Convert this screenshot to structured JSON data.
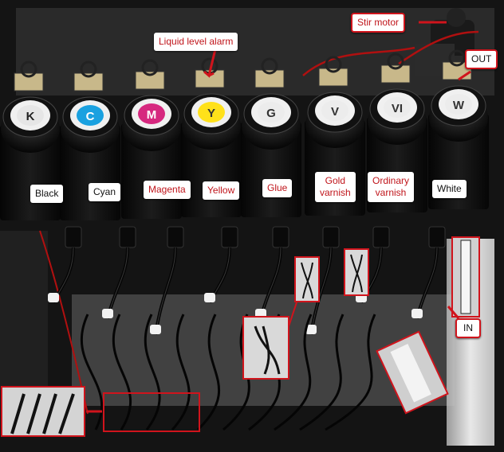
{
  "tanks": [
    {
      "cap_letter": "K",
      "label": "Black",
      "ring_color": "#e6e6e6",
      "letter_color": "#222222"
    },
    {
      "cap_letter": "C",
      "label": "Cyan",
      "ring_color": "#1aa1e0",
      "letter_color": "#ffffff"
    },
    {
      "cap_letter": "M",
      "label": "Magenta",
      "ring_color": "#d6287f",
      "letter_color": "#ffffff"
    },
    {
      "cap_letter": "Y",
      "label": "Yellow",
      "ring_color": "#ffe11a",
      "letter_color": "#333333"
    },
    {
      "cap_letter": "G",
      "label": "Glue",
      "ring_color": "#ececec",
      "letter_color": "#333333"
    },
    {
      "cap_letter": "V",
      "label_line1": "Gold",
      "label_line2": "varnish",
      "ring_color": "#ececec",
      "letter_color": "#333333"
    },
    {
      "cap_letter": "VI",
      "label_line1": "Ordinary",
      "label_line2": "varnish",
      "ring_color": "#ececec",
      "letter_color": "#333333"
    },
    {
      "cap_letter": "W",
      "label": "White",
      "ring_color": "#ececec",
      "letter_color": "#333333"
    }
  ],
  "callouts": {
    "liquid_level_alarm": "Liquid level alarm",
    "stir_motor": "Stir motor",
    "out": "OUT",
    "in": "IN"
  },
  "colors": {
    "annotation_red": "#d0141c",
    "tank_body": "#0d0d0d",
    "tube": "#050505"
  }
}
